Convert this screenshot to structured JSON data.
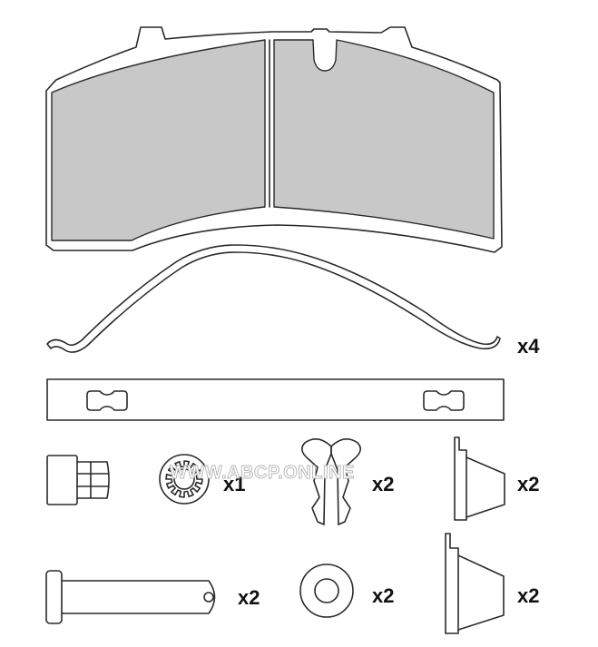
{
  "colors": {
    "friction_fill": "#c8c8c8",
    "outline": "#2a2a2a",
    "background": "#ffffff"
  },
  "quantities": {
    "spring": "x4",
    "guide_nut": "x1",
    "clip": "x2",
    "wedge_small": "x2",
    "pin": "x2",
    "washer": "x2",
    "wedge_large": "x2"
  },
  "watermark": "WWW.ABCP.ONLINE"
}
